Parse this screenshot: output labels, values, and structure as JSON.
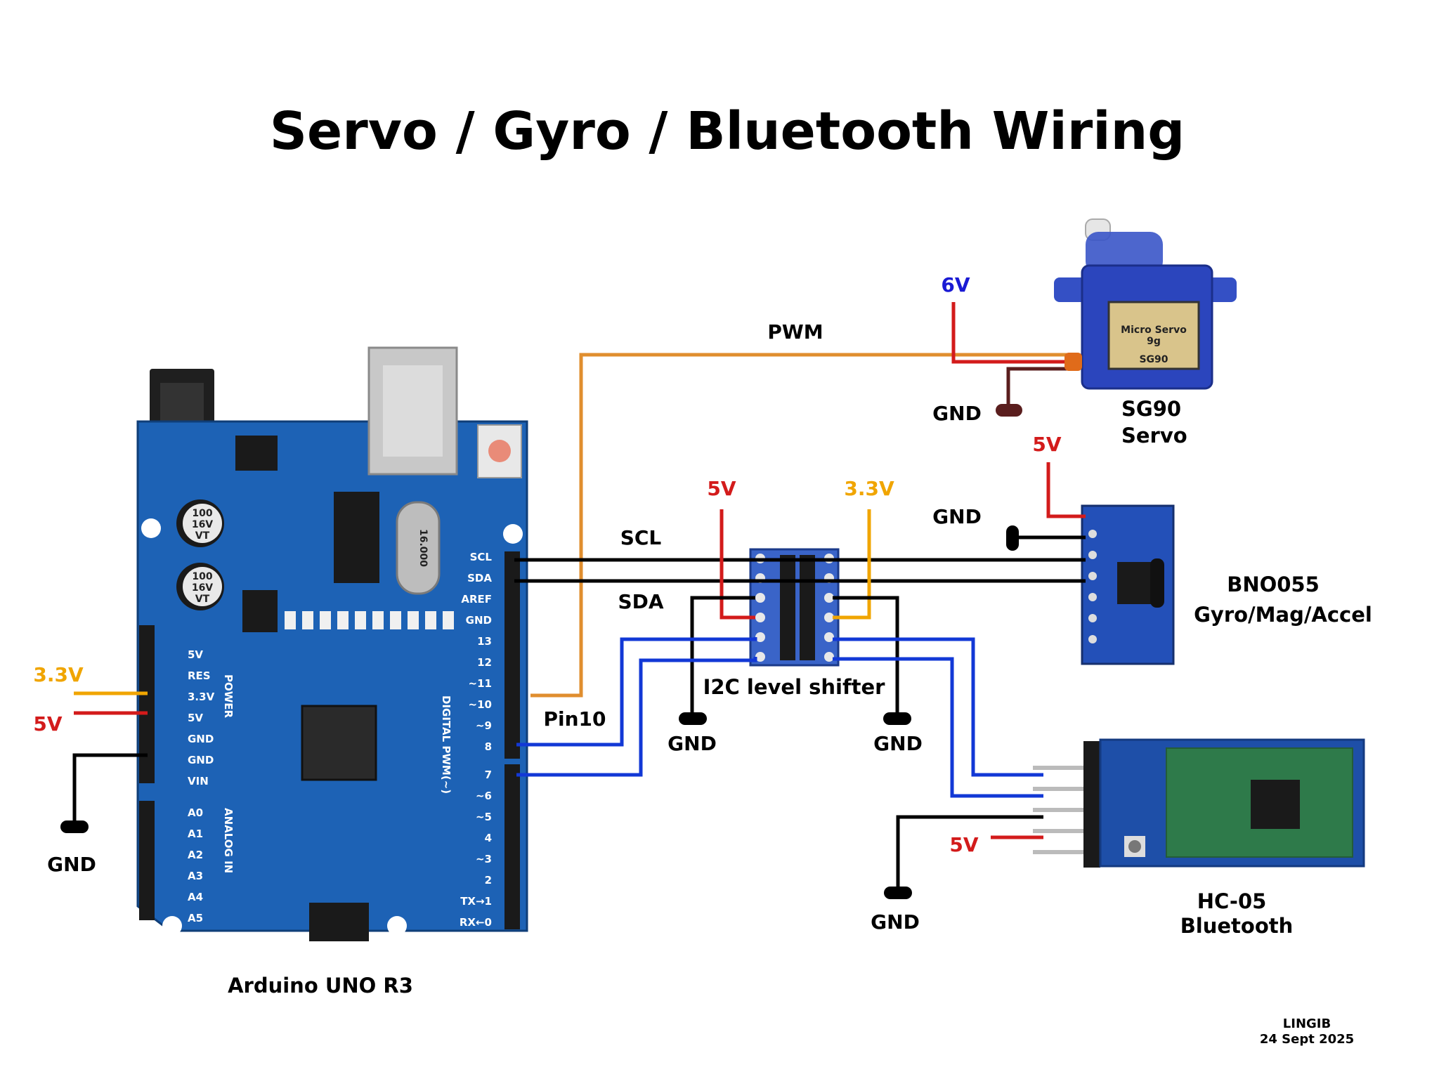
{
  "title": "Servo / Gyro / Bluetooth Wiring",
  "colors": {
    "pwm": "#e08e2e",
    "v5": "#d31b1b",
    "v33": "#f0a500",
    "v6": "#1a1ad4",
    "gnd": "#000000",
    "bt_wire": "#1238d6",
    "board": "#1d62b5"
  },
  "components": {
    "arduino": "Arduino UNO R3",
    "servo_line1": "SG90",
    "servo_line2": "Servo",
    "servo_label_top": "Micro Servo",
    "servo_label_mid": "9g",
    "servo_label_bot": "SG90",
    "gyro_line1": "BNO055",
    "gyro_line2": "Gyro/Mag/Accel",
    "shifter": "I2C level shifter",
    "bt_line1": "HC-05",
    "bt_line2": "Bluetooth"
  },
  "labels": {
    "pwm": "PWM",
    "scl": "SCL",
    "sda": "SDA",
    "pin10": "Pin10",
    "v6": "6V",
    "v5": "5V",
    "v33": "3.3V",
    "gnd": "GND"
  },
  "arduino_pins": {
    "power": [
      "5V",
      "RES",
      "3.3V",
      "5V",
      "GND",
      "GND",
      "VIN"
    ],
    "power_header": "POWER",
    "analog": [
      "A0",
      "A1",
      "A2",
      "A3",
      "A4",
      "A5"
    ],
    "analog_header": "ANALOG IN",
    "digital_top": [
      "SCL",
      "SDA",
      "AREF",
      "GND",
      "13",
      "12",
      "~11",
      "~10",
      "~9",
      "8"
    ],
    "digital_bottom": [
      "7",
      "~6",
      "~5",
      "4",
      "~3",
      "2",
      "TX→1",
      "RX←0"
    ],
    "digital_header": "DIGITAL PWM(~)",
    "capacitor": [
      "100",
      "16V",
      "VT"
    ],
    "crystal": "16.000"
  },
  "footer": {
    "author": "LINGIB",
    "date": "24 Sept 2025"
  }
}
